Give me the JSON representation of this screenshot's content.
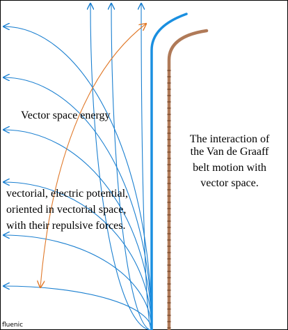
{
  "texts": {
    "energy_label": "Vector space energy",
    "interaction_lines": [
      "The interaction of",
      "the Van de Graaff",
      "belt motion with",
      "vector space."
    ],
    "potential_lines": [
      "vectorial, electric potential,",
      "oriented in vectorial space,",
      "with their repulsive forces."
    ],
    "credit": "fluenic"
  },
  "colors": {
    "field_line": "#1a7fd0",
    "belt_blue": "#1a8fe0",
    "belt_brown": "#b07a58",
    "energy_arrow": "#e07828",
    "frame": "#000000",
    "background": "#ffffff"
  },
  "icons": {
    "field_line": "field-line-arrow",
    "energy_arrow": "double-headed-arrow"
  }
}
